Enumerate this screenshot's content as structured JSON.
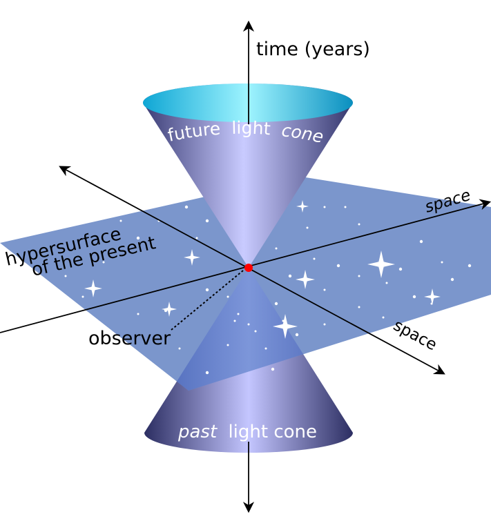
{
  "labels": {
    "time_axis": "time (years)",
    "space_axis_right": "space",
    "space_axis_lower": "space",
    "hypersurface_line1": "hypersurface",
    "hypersurface_line2": "of the present",
    "observer": "observer",
    "future_cone_word1": "future",
    "future_cone_word2": "light",
    "future_cone_word3": "cone",
    "past_cone_word1": "past",
    "past_cone_word2": "light cone"
  },
  "colors": {
    "plane": "#7b96cc",
    "cone_dark": "#3d3f77",
    "cone_light": "#c9cbff",
    "cone_rim": "#29c3ea",
    "observer_point": "#ff0000",
    "axis": "#000000",
    "stars": "#ffffff"
  },
  "icons": {
    "observer_marker": "red-dot-icon",
    "sparkles": "four-point-star-icon"
  }
}
